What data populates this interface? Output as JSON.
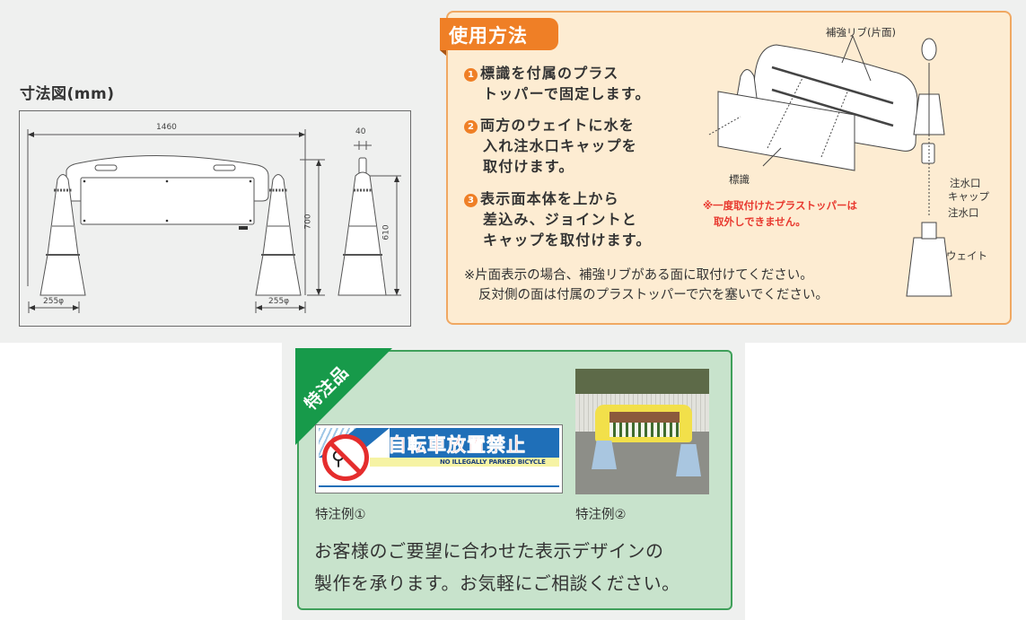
{
  "dimensions": {
    "title": "寸法図(mm)",
    "width_label": "1460",
    "height_label": "700",
    "side_height_label": "610",
    "thickness_label": "40",
    "base_left_label": "255φ",
    "base_right_label": "255φ"
  },
  "usage": {
    "title": "使用方法",
    "steps": [
      {
        "num": "1",
        "line1": "標識を付属のプラス",
        "line2": "トッパーで固定します。"
      },
      {
        "num": "2",
        "line1": "両方のウェイトに水を",
        "line2": "入れ注水口キャップを",
        "line3": "取付けます。"
      },
      {
        "num": "3",
        "line1": "表示面本体を上から",
        "line2": "差込み、ジョイントと",
        "line3": "キャップを取付けます。"
      }
    ],
    "note_line1": "※片面表示の場合、補強リブがある面に取付けてください。",
    "note_line2": "反対側の面は付属のプラストッパーで穴を塞いでください。",
    "warning_line1": "※一度取付けたプラストッパーは",
    "warning_line2": "取外しできません。",
    "callouts": {
      "rib": "補強リブ(片面)",
      "sign": "標識",
      "spout_cap_1": "注水口",
      "spout_cap_2": "キャップ",
      "spout": "注水口",
      "weight": "ウェイト"
    },
    "colors": {
      "accent": "#ef7f26",
      "panel": "#fdecd2",
      "border": "#f0a862",
      "warning": "#e8392f"
    }
  },
  "special_order": {
    "corner_label": "特注品",
    "sample1": {
      "title": "自転車放置禁止",
      "subtitle": "NO ILLEGALLY PARKED BICYCLE",
      "caption": "特注例①"
    },
    "sample2": {
      "caption": "特注例②"
    },
    "description_line1": "お客様のご要望に合わせた表示デザインの",
    "description_line2": "製作を承ります。お気軽にご相談ください。",
    "colors": {
      "accent": "#179a4a",
      "panel": "#c8e3cc",
      "border": "#3fa05a"
    }
  }
}
